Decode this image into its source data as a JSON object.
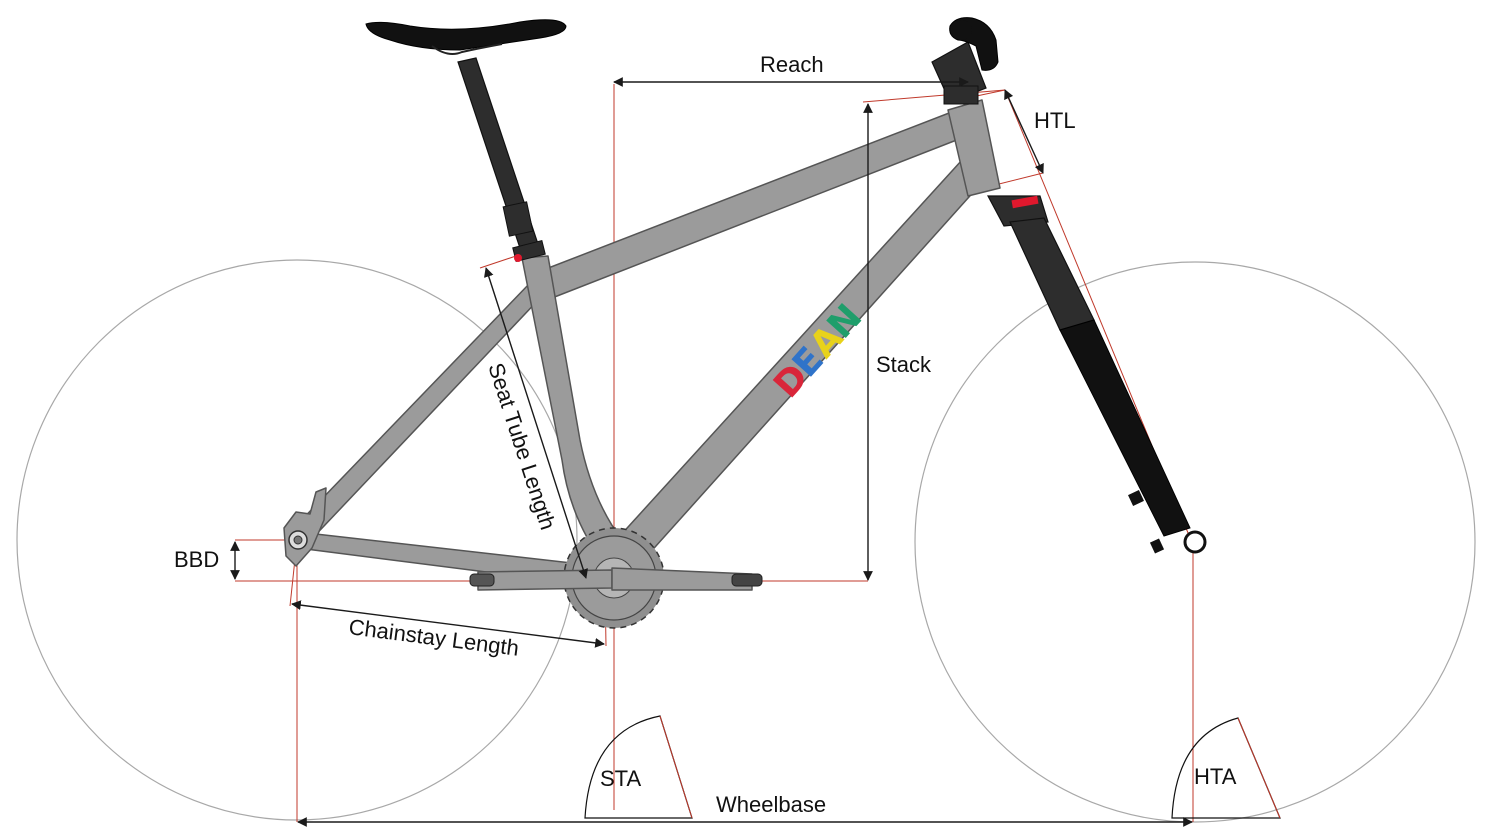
{
  "labels": {
    "reach": "Reach",
    "htl": "HTL",
    "stack": "Stack",
    "seat_tube_length": "Seat Tube Length",
    "bbd": "BBD",
    "chainstay_length": "Chainstay Length",
    "sta": "STA",
    "hta": "HTA",
    "wheelbase": "Wheelbase"
  },
  "logo": {
    "text": "DEAN",
    "colors": [
      "#d9263a",
      "#2f73c9",
      "#e8d21a",
      "#1f9e6b"
    ]
  },
  "colors": {
    "frame": "#9b9b9b",
    "reference_lines": "#c0392b",
    "dimension_lines": "#1a1a1a",
    "accent": "#e0182d"
  }
}
